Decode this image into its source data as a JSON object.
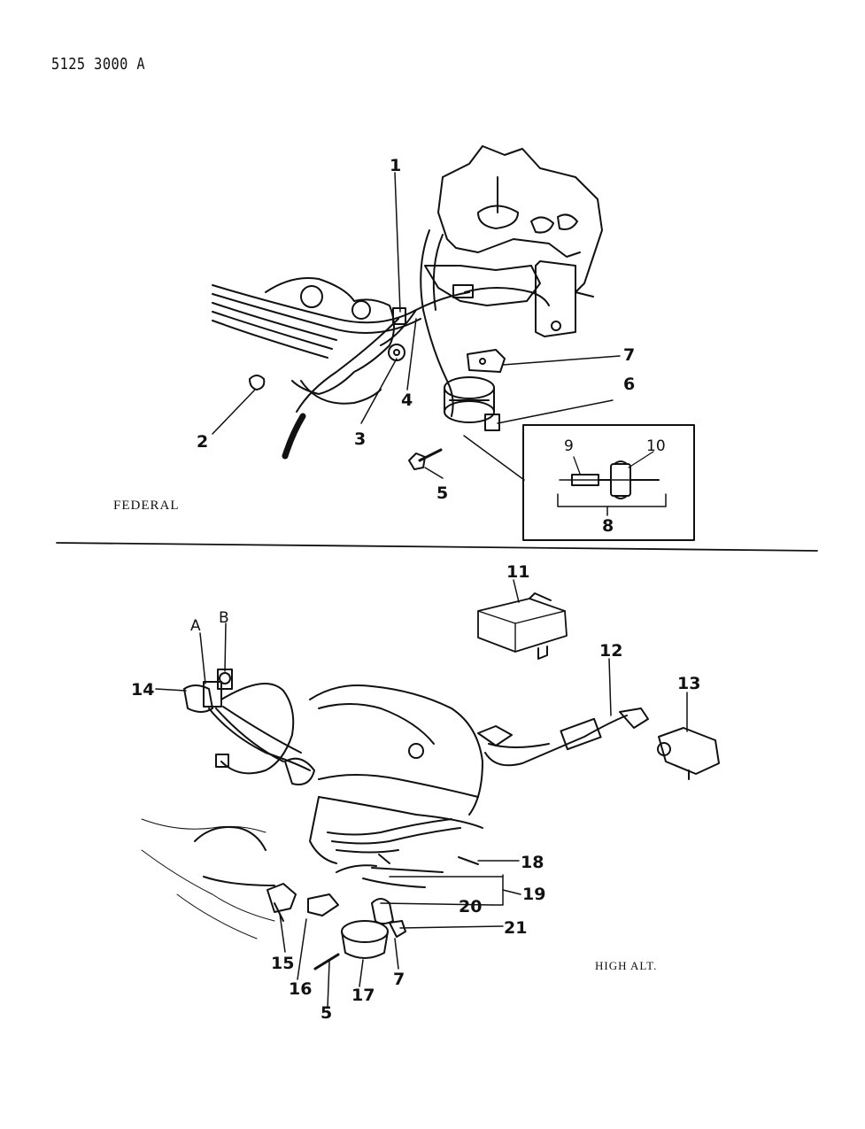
{
  "header": {
    "document_number": "5125 3000  A"
  },
  "views": {
    "federal": {
      "label": "FEDERAL",
      "callouts": [
        "1",
        "2",
        "3",
        "4",
        "5",
        "6",
        "7"
      ],
      "inset_callouts": [
        "9",
        "10",
        "8"
      ]
    },
    "high_altitude": {
      "label": "HIGH ALT.",
      "callouts": [
        "11",
        "12",
        "13",
        "14",
        "A",
        "B",
        "15",
        "16",
        "5",
        "17",
        "7",
        "18",
        "19",
        "20",
        "21"
      ]
    }
  }
}
